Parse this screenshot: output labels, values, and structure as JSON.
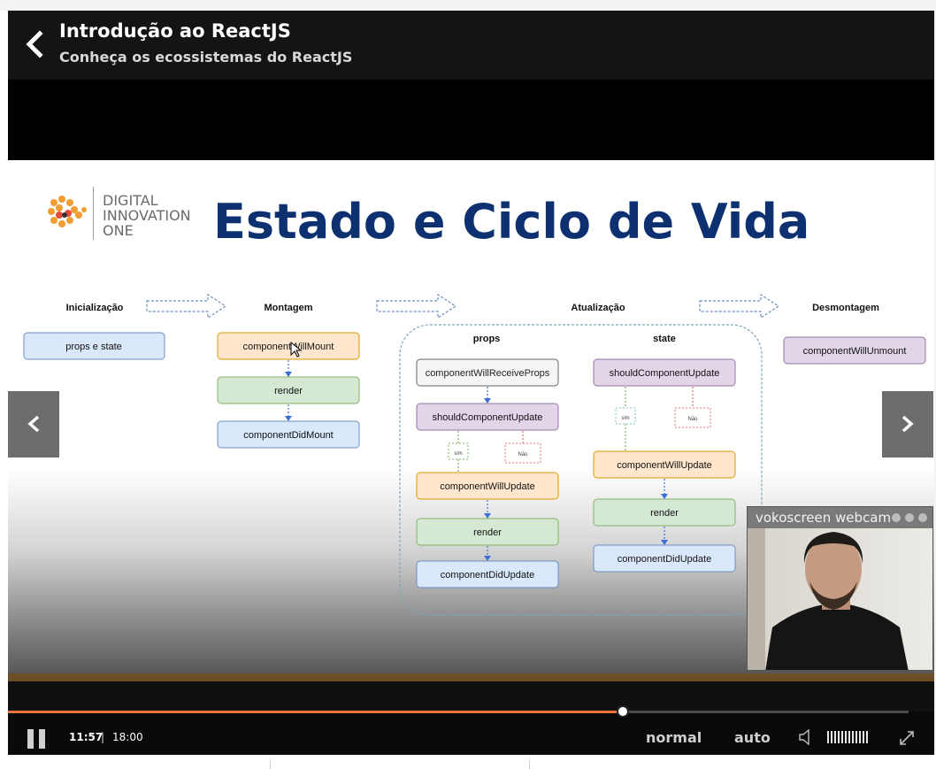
{
  "header": {
    "course_title": "Introdução ao ReactJS",
    "lesson_title": "Conheça os ecossistemas do ReactJS"
  },
  "slide": {
    "brand": [
      "DIGITAL",
      "INNOVATION",
      "ONE"
    ],
    "title": "Estado e Ciclo de Vida",
    "phases": {
      "init": "Inicialização",
      "mount": "Montagem",
      "update": "Atualização",
      "unmount": "Desmontagem"
    },
    "init_box": "props e state",
    "mount_boxes": [
      "componentWillMount",
      "render",
      "componentDidMount"
    ],
    "props_label": "props",
    "state_label": "state",
    "props_boxes": [
      "componentWillReceiveProps",
      "shouldComponentUpdate",
      "componentWillUpdate",
      "render",
      "componentDidUpdate"
    ],
    "state_boxes": [
      "shouldComponentUpdate",
      "componentWillUpdate",
      "render",
      "componentDidUpdate"
    ],
    "yes_label": "sim",
    "no_label": "Não",
    "unmount_box": "componentWillUnmount"
  },
  "webcam": {
    "title": "vokoscreen webcam"
  },
  "controls": {
    "time_current": "11:57",
    "time_separator": "|",
    "time_total": "18:00",
    "progress": 0.664,
    "speed": "normal",
    "quality": "auto",
    "volume_level": 1.0
  },
  "colors": {
    "accent": "#e8743b",
    "title_blue": "#0c3070",
    "box_blue": "#dae8fc",
    "box_orange": "#ffe6cc",
    "box_green": "#d5e8d4",
    "box_purple": "#e1d5e7"
  },
  "icons": [
    "back-icon",
    "chevron-left-icon",
    "chevron-right-icon",
    "pause-icon",
    "volume-icon",
    "fullscreen-icon"
  ]
}
